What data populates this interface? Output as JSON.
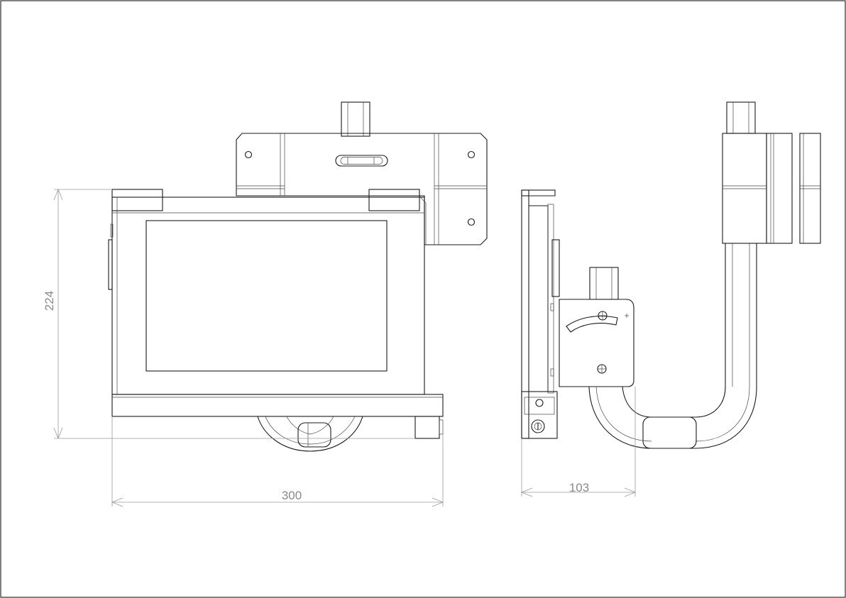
{
  "drawing": {
    "dimensions": {
      "height_front": "224",
      "width_front": "300",
      "depth_side": "103"
    }
  }
}
